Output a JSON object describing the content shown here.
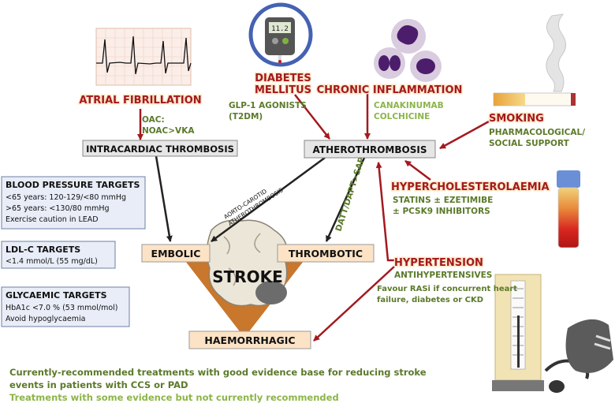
{
  "risk_factors": {
    "atrial_fibrillation": "ATRIAL FIBRILLATION",
    "diabetes_line1": "DIABETES",
    "diabetes_line2": "MELLITUS",
    "chronic_inflammation": "CHRONIC INFLAMMATION",
    "smoking": "SMOKING",
    "hypercholesterolaemia": "HYPERCHOLESTEROLAEMIA",
    "hypertension": "HYPERTENSION"
  },
  "treatments": {
    "oac_line1": "OAC:",
    "oac_line2": "NOAC>VKA",
    "glp1_line1": "GLP-1 AGONISTS",
    "glp1_line2": "(T2DM)",
    "canakinumab": "CANAKINUMAB",
    "colchicine": "COLCHICINE",
    "smoking_line1": "PHARMACOLOGICAL/",
    "smoking_line2": "SOCIAL SUPPORT",
    "statins_line1": "STATINS ± EZETIMIBE",
    "statins_line2": "± PCSK9 INHIBITORS",
    "antihypertensives": "ANTIHYPERTENSIVES",
    "rasi_line1": "Favour RASi if concurrent heart",
    "rasi_line2": "failure, diabetes or CKD",
    "antithrombotic": "DATT/DAPT>SAPT"
  },
  "mechanisms": {
    "intracardiac_thrombosis": "INTRACARDIAC THROMBOSIS",
    "atherothrombosis": "ATHEROTHROMBOSIS",
    "aorto_carotid_line1": "AORTO-CAROTID",
    "aorto_carotid_line2": "ATHEROTHROMBOSIS"
  },
  "stroke": {
    "center": "STROKE",
    "embolic": "EMBOLIC",
    "thrombotic": "THROMBOTIC",
    "haemorrhagic": "HAEMORRHAGIC"
  },
  "targets": {
    "bp": {
      "title": "BLOOD PRESSURE TARGETS",
      "line1": "<65 years: 120-129/<80 mmHg",
      "line2": ">65 years: <130/80 mmHg",
      "line3": "Exercise caution in LEAD"
    },
    "ldl": {
      "title": "LDL-C TARGETS",
      "line1": "<1.4 mmol/L (55 mg/dL)"
    },
    "glycaemic": {
      "title": "GLYCAEMIC TARGETS",
      "line1": "HbA1c <7.0 % (53 mmol/mol)",
      "line2": "Avoid hypoglycaemia"
    }
  },
  "glucometer_reading": "11.2",
  "legend": {
    "line1": "Currently-recommended treatments with good evidence base for reducing stroke",
    "line2": "events in patients with CCS or PAD",
    "line3": "Treatments with some evidence but not currently recommended"
  },
  "colors": {
    "dark_red": "#a3191f",
    "dark_green": "#5b7a2a",
    "light_green": "#8cb548",
    "grey_box": "#e6e6e6",
    "target_box": "#e8edf7",
    "target_border": "#6f7fa6",
    "triangle": "#c8772c"
  }
}
